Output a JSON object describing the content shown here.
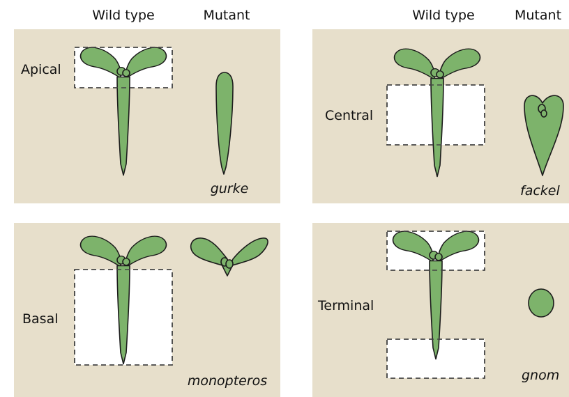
{
  "headers": {
    "left_wild_type": "Wild type",
    "left_mutant": "Mutant",
    "right_wild_type": "Wild type",
    "right_mutant": "Mutant"
  },
  "panels": {
    "apical": {
      "region_label": "Apical",
      "mutant_name": "gurke"
    },
    "central": {
      "region_label": "Central",
      "mutant_name": "fackel"
    },
    "basal": {
      "region_label": "Basal",
      "mutant_name": "monopteros"
    },
    "terminal": {
      "region_label": "Terminal",
      "mutant_name": "gnom"
    }
  },
  "colors": {
    "panel_background": "#e7dfcb",
    "seedling_fill": "#7db36b",
    "deletion_box": "#ffffff"
  }
}
